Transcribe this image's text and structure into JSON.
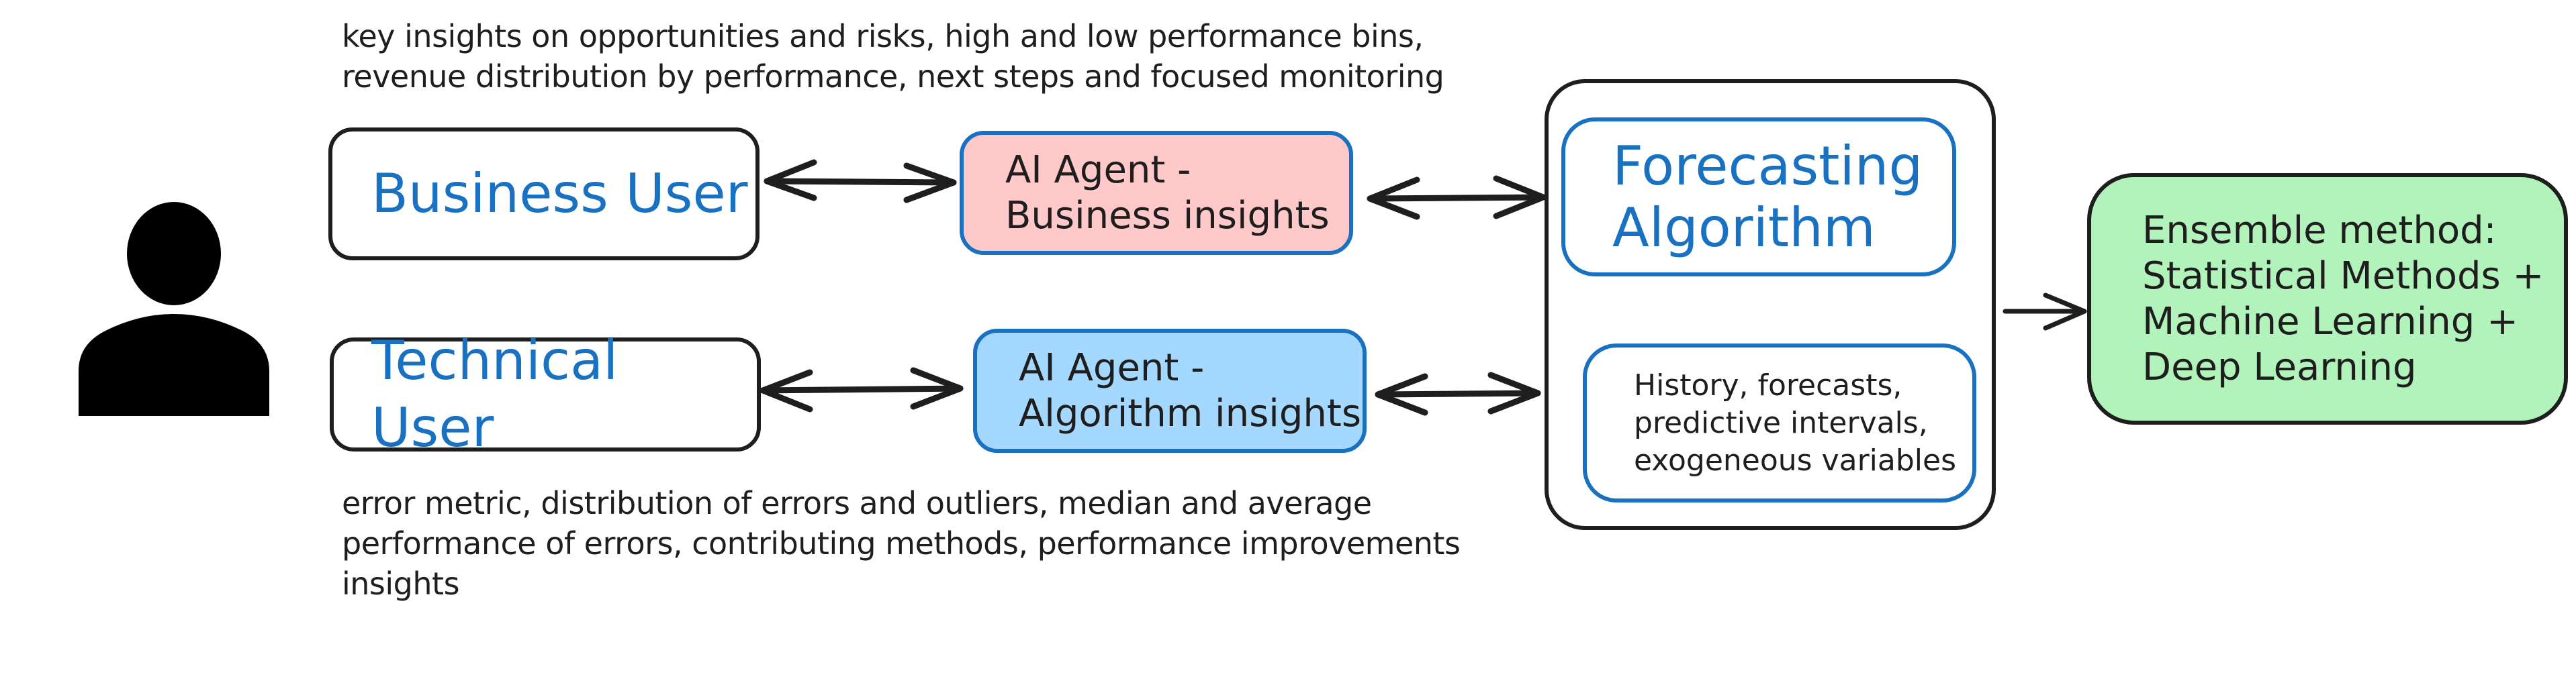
{
  "colors": {
    "stroke": "#1e1e1e",
    "accent_blue": "#1971c2",
    "business_agent_fill": "#ffc9c9",
    "algorithm_agent_fill": "#a5d8ff",
    "ensemble_fill": "#b2f2bb"
  },
  "user_icon": "person-silhouette-icon",
  "business_notes": [
    "key insights on opportunities and risks, high and low performance bins,",
    "revenue distribution by performance, next steps and focused monitoring"
  ],
  "technical_notes": [
    "error metric, distribution of errors and outliers, median and average",
    "performance of errors, contributing methods, performance improvements",
    "insights"
  ],
  "nodes": {
    "business_user": "Business User",
    "technical_user": "Technical User",
    "business_agent": [
      "AI Agent -",
      "Business insights"
    ],
    "algorithm_agent": [
      "AI Agent -",
      "Algorithm insights"
    ],
    "forecasting": [
      "Forecasting",
      "Algorithm"
    ],
    "forecast_outputs": [
      "History, forecasts,",
      "predictive intervals,",
      "exogeneous variables"
    ],
    "ensemble": [
      "Ensemble method:",
      "Statistical Methods +",
      "Machine Learning +",
      "Deep Learning"
    ]
  },
  "edges": [
    {
      "from": "business_user",
      "to": "business_agent",
      "type": "bidirectional"
    },
    {
      "from": "business_agent",
      "to": "forecasting",
      "type": "bidirectional"
    },
    {
      "from": "technical_user",
      "to": "algorithm_agent",
      "type": "bidirectional"
    },
    {
      "from": "algorithm_agent",
      "to": "forecast_outputs",
      "type": "bidirectional"
    },
    {
      "from": "forecasting_container",
      "to": "ensemble",
      "type": "directed"
    }
  ]
}
